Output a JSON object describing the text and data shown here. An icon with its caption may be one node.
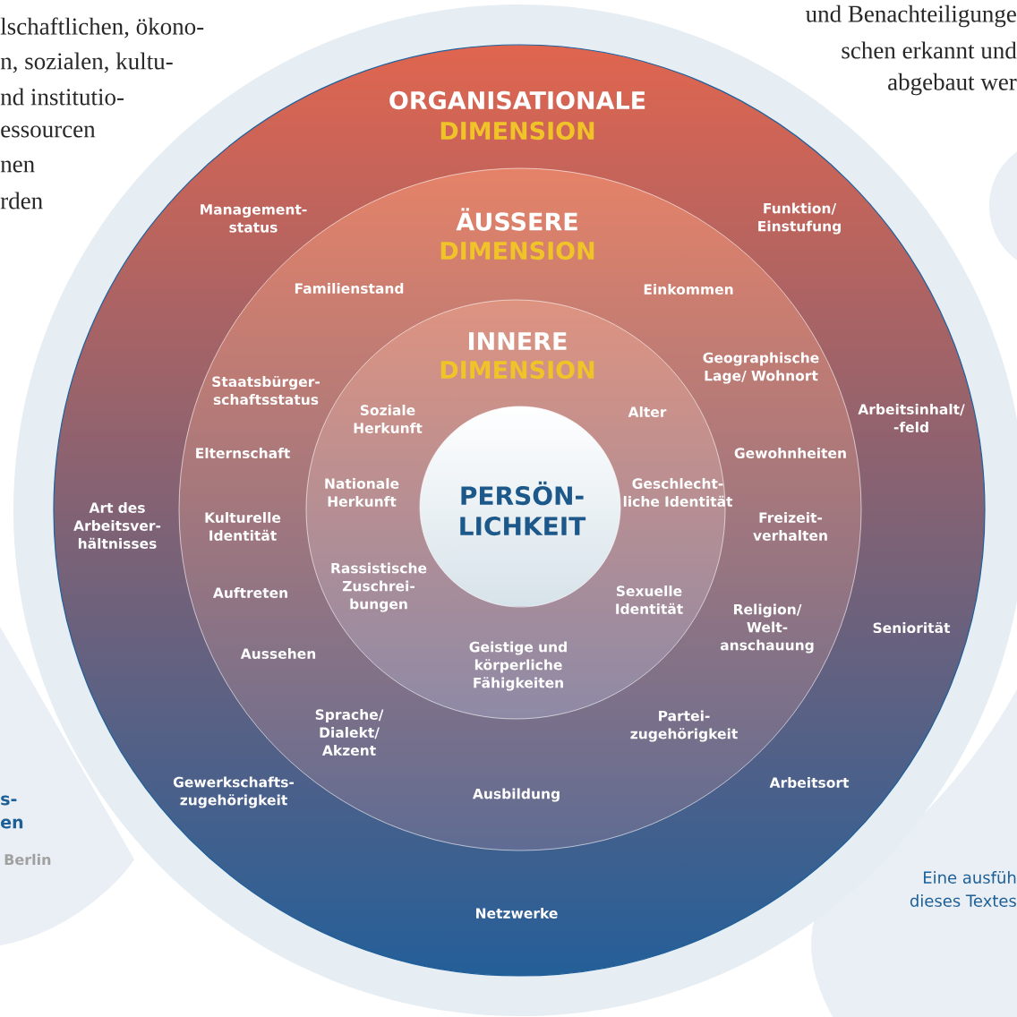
{
  "diagram": {
    "nodes": [
      {
        "text": [
          "ORGANISATIONALE",
          "DIMENSION"
        ]
      },
      {
        "text": [
          "ÄUSSERE",
          "DIMENSION"
        ],
        "in": 0
      },
      {
        "text": [
          "INNERE",
          "DIMENSION"
        ],
        "in": 1
      },
      {
        "text": [
          "PERSÖN- LICHKEIT"
        ],
        "in": 2
      }
    ],
    "labels": [
      "lschaftlichen, ökono-",
      "n, sozialen, kultu-",
      "nd institutio-",
      "essourcen",
      "nen",
      "rden",
      "und Benachteiligunge",
      "schen erkannt und",
      "abgebaut wer",
      "s-",
      "en",
      "Berlin",
      "Eine ausfüh",
      "dieses Textes",
      "Management- status",
      "Funktion/ Einstufung",
      "Familienstand",
      "Einkommen",
      "Staatsbürger- schaftsstatus",
      "Geographische Lage/ Wohnort",
      "Soziale Herkunft",
      "Alter",
      "Arbeitsinhalt/ -feld",
      "Elternschaft",
      "Gewohnheiten",
      "Nationale Herkunft",
      "Geschlecht- liche Identität",
      "Art des Arbeitsver- hältnisses",
      "Kulturelle Identität",
      "Freizeit- verhalten",
      "Rassistische Zuschrei- bungen",
      "Auftreten",
      "Sexuelle Identität",
      "Religion/ Welt- anschauung",
      "Seniorität",
      "Aussehen",
      "Geistige und körperliche Fähigkeiten",
      "Sprache/ Dialekt/ Akzent",
      "Partei- zugehörigkeit",
      "Gewerkschafts- zugehörigkeit",
      "Arbeitsort",
      "Ausbildung",
      "Netzwerke"
    ]
  }
}
